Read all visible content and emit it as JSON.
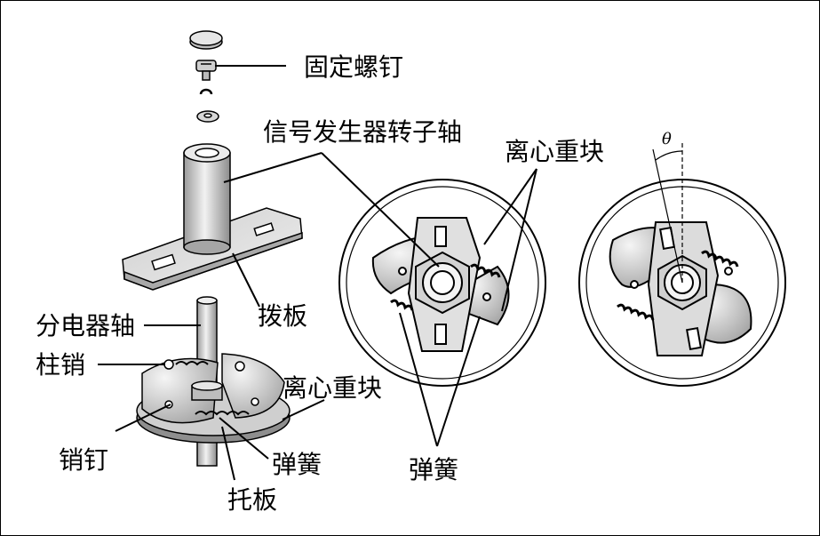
{
  "labels": {
    "fixing_screw": "固定螺钉",
    "signal_rotor_shaft": "信号发生器转子轴",
    "centrifugal_weight_top": "离心重块",
    "theta": "θ",
    "lever_plate": "拨板",
    "distributor_shaft": "分电器轴",
    "post_pin": "柱销",
    "centrifugal_weight_left": "离心重块",
    "pin": "销钉",
    "spring_left": "弹簧",
    "support_plate": "托板",
    "spring_bottom": "弹簧"
  },
  "colors": {
    "ink": "#000000",
    "shade": "#8a8a8a",
    "light": "#d8d8d8",
    "paper": "#ffffff"
  }
}
